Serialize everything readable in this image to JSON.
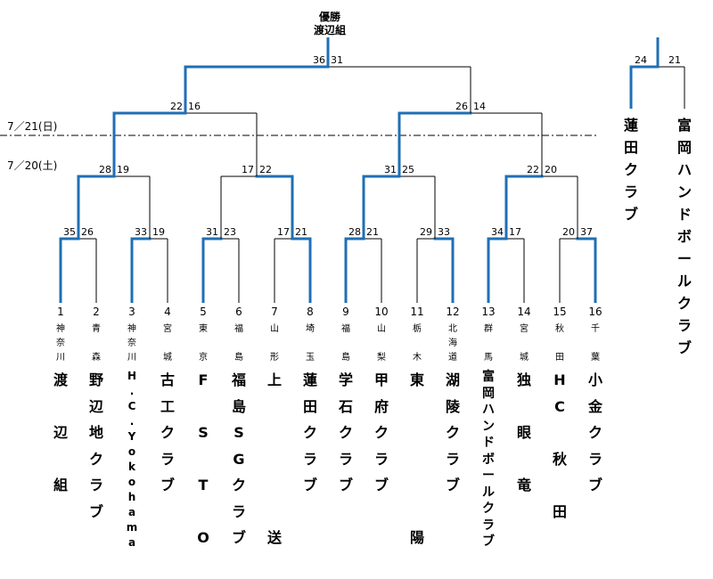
{
  "champion": {
    "label": "優勝",
    "name": "渡辺組"
  },
  "dates": {
    "day2": "7／21(日)",
    "day1": "7／20(土)"
  },
  "teams": [
    {
      "seed": "1",
      "pref": "神\n奈\n川",
      "name": "渡\n\n辺\n\n組"
    },
    {
      "seed": "2",
      "pref": "青\n\n森",
      "name": "野\n辺\n地\nク\nラ\nブ"
    },
    {
      "seed": "3",
      "pref": "神\n奈\n川",
      "name": "H\n.\nC\n.\nY\no\nk\no\nh\na\nm\na"
    },
    {
      "seed": "4",
      "pref": "宮\n\n城",
      "name": "古\n工\nク\nラ\nブ"
    },
    {
      "seed": "5",
      "pref": "東\n\n京",
      "name": "F\n\nS\n\nT\n\nO"
    },
    {
      "seed": "6",
      "pref": "福\n\n島",
      "name": "福\n島\nS\nG\nク\nラ\nブ"
    },
    {
      "seed": "7",
      "pref": "山\n\n形",
      "name": "上\n\n\n\n\n\n送"
    },
    {
      "seed": "8",
      "pref": "埼\n\n玉",
      "name": "蓮\n田\nク\nラ\nブ"
    },
    {
      "seed": "9",
      "pref": "福\n\n島",
      "name": "学\n石\nク\nラ\nブ"
    },
    {
      "seed": "10",
      "pref": "山\n\n梨",
      "name": "甲\n府\nク\nラ\nブ"
    },
    {
      "seed": "11",
      "pref": "栃\n\n木",
      "name": "東\n\n\n\n\n\n陽"
    },
    {
      "seed": "12",
      "pref": "北\n海\n道",
      "name": "湖\n陵\nク\nラ\nブ"
    },
    {
      "seed": "13",
      "pref": "群\n\n馬",
      "name": "富\n岡\nハ\nン\nド\nボ\nー\nル\nク\nラ\nブ"
    },
    {
      "seed": "14",
      "pref": "宮\n\n城",
      "name": "独\n\n眼\n\n竜"
    },
    {
      "seed": "15",
      "pref": "秋\n\n田",
      "name": "H\nC\n\n秋\n\n田"
    },
    {
      "seed": "16",
      "pref": "千\n\n葉",
      "name": "小\n金\nク\nラ\nブ"
    }
  ],
  "r1_scores": [
    [
      "35",
      "26"
    ],
    [
      "33",
      "19"
    ],
    [
      "31",
      "23"
    ],
    [
      "17",
      "21"
    ],
    [
      "28",
      "21"
    ],
    [
      "29",
      "33"
    ],
    [
      "34",
      "17"
    ],
    [
      "20",
      "37"
    ]
  ],
  "r2_scores": [
    [
      "28",
      "19"
    ],
    [
      "17",
      "22"
    ],
    [
      "31",
      "25"
    ],
    [
      "22",
      "20"
    ]
  ],
  "r3_scores": [
    [
      "22",
      "16"
    ],
    [
      "26",
      "14"
    ]
  ],
  "final_scores": [
    "36",
    "31"
  ],
  "playoff": {
    "left": {
      "name": "蓮田クラブ",
      "score": "24"
    },
    "right": {
      "name": "富岡ハンドボールクラブ",
      "score": "21"
    }
  }
}
